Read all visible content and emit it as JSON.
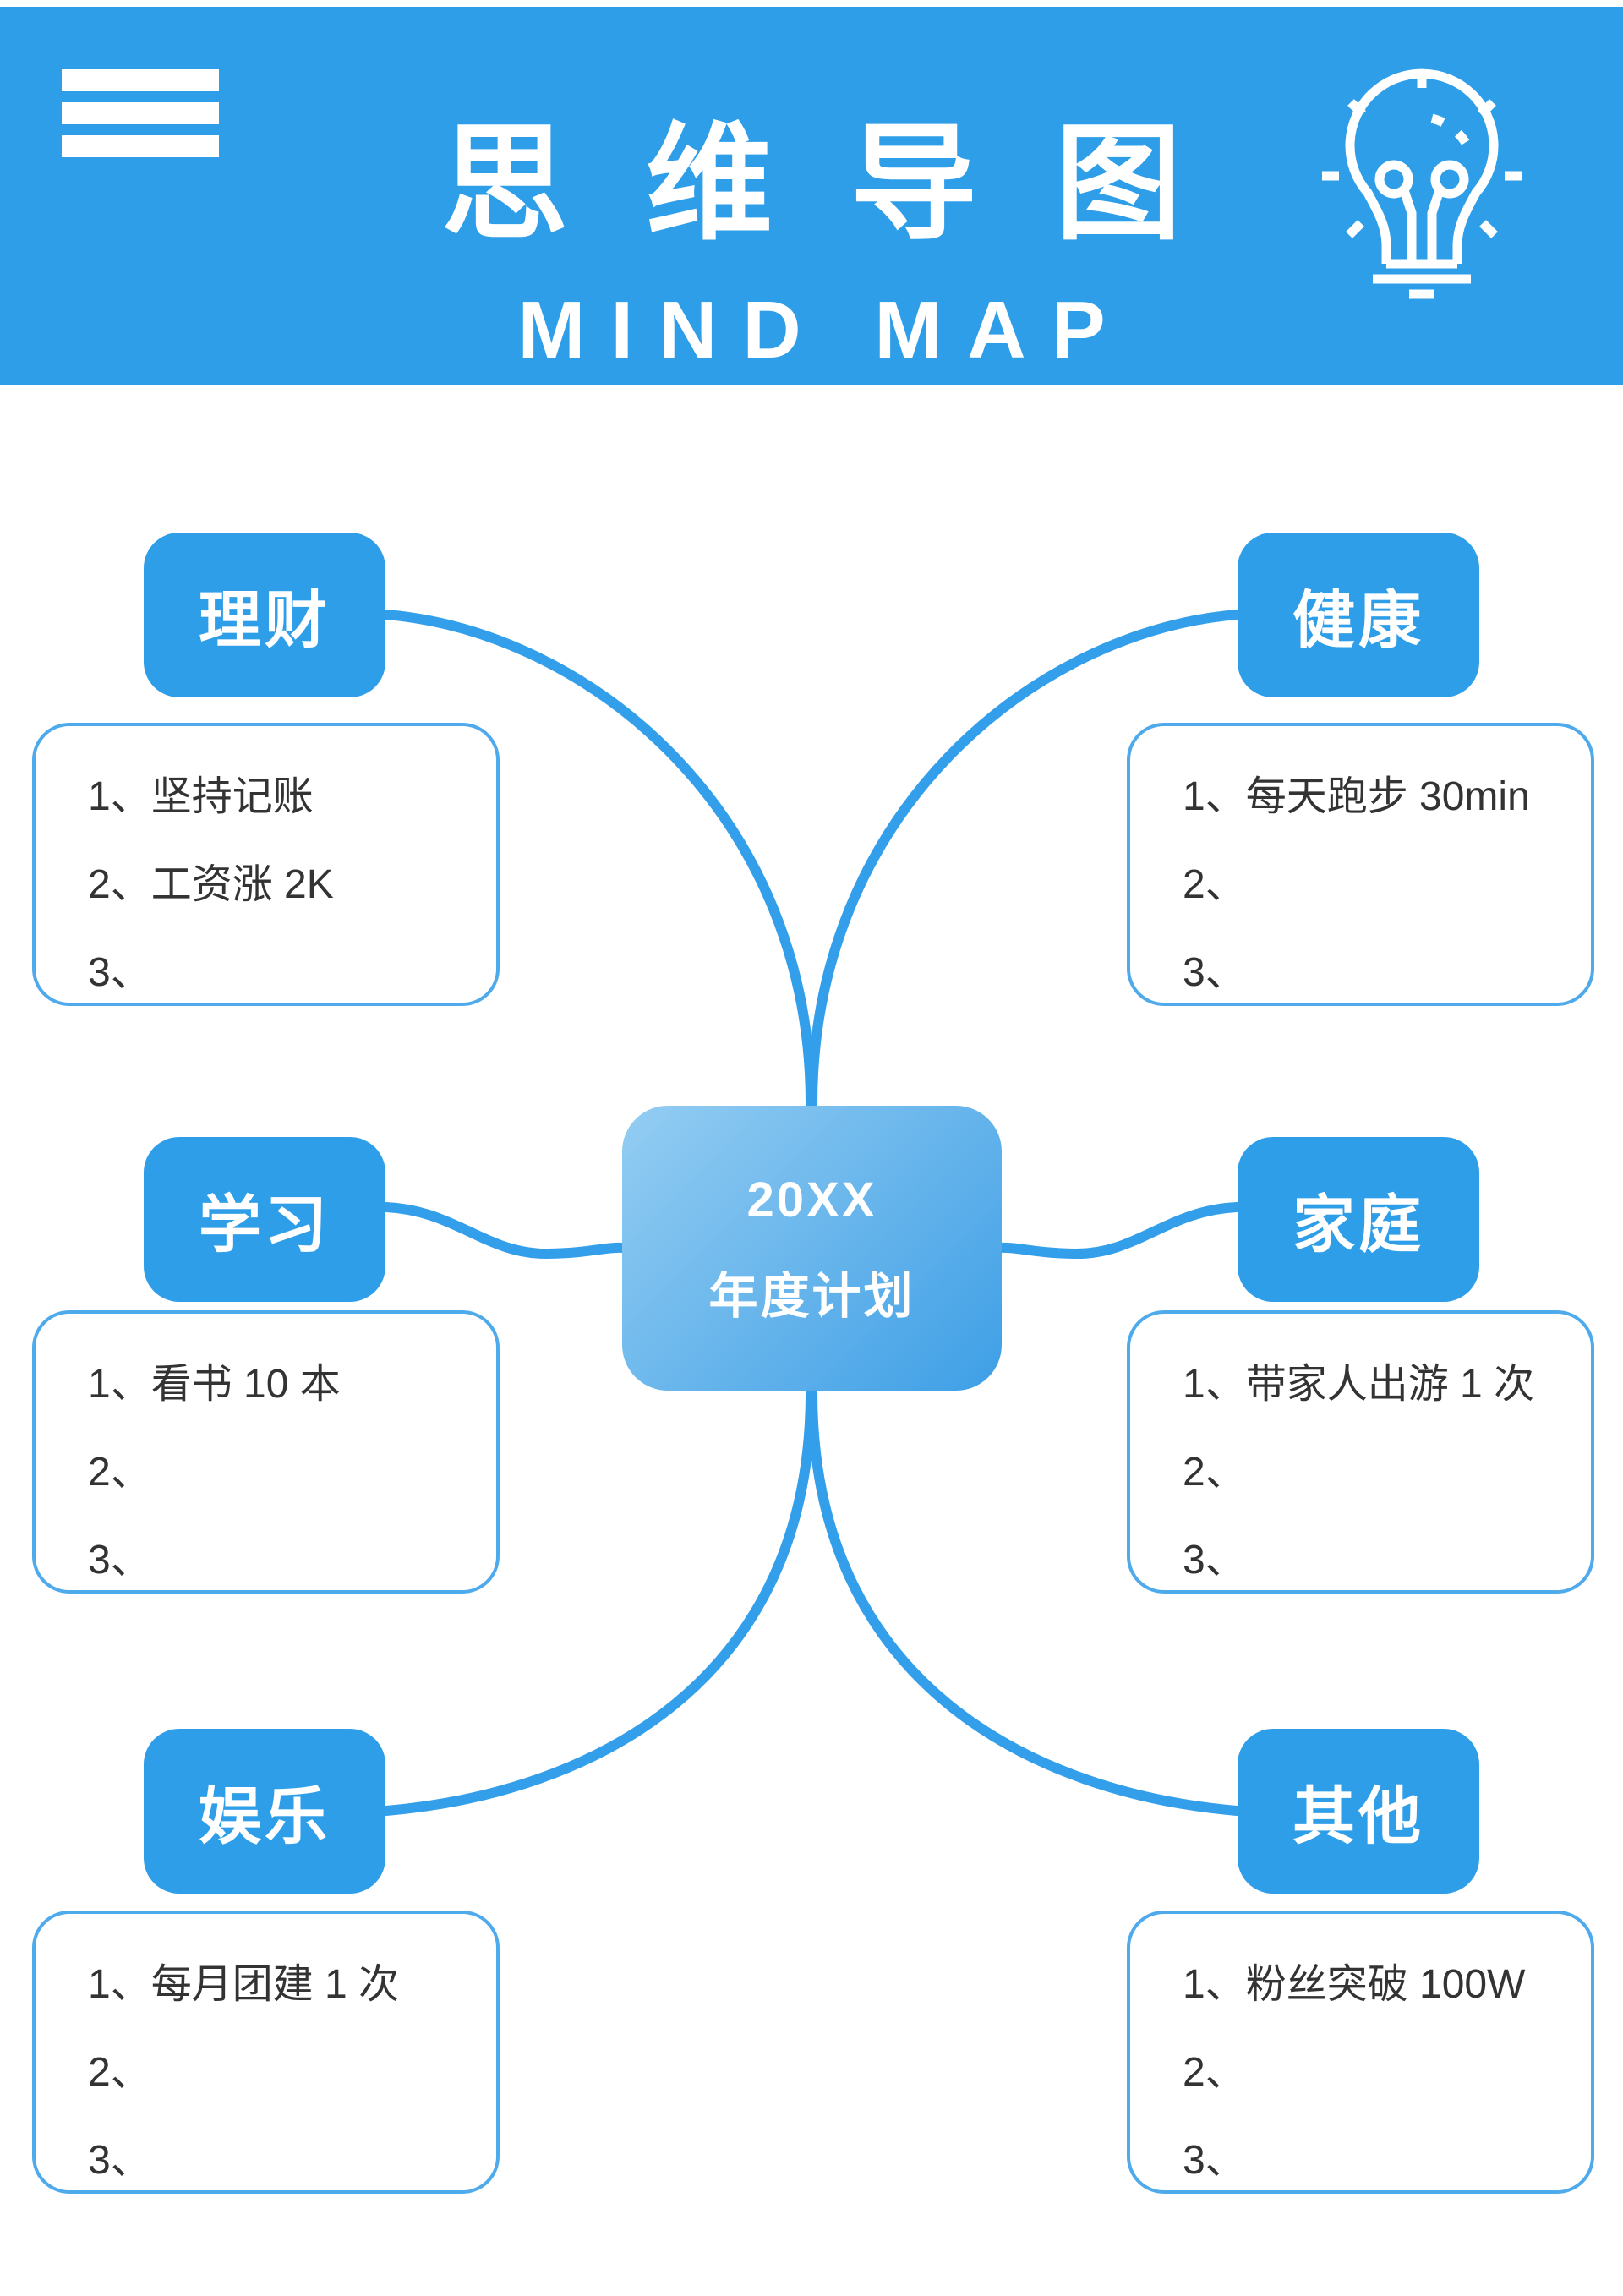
{
  "header": {
    "title_cn": "思维导图",
    "title_en": "MIND MAP",
    "menu_icon": "hamburger-icon",
    "decoration_icon": "lightbulb-icon"
  },
  "center": {
    "line1": "20XX",
    "line2": "年度计划"
  },
  "branches": [
    {
      "id": "licai",
      "label": "理财",
      "items": [
        "1、坚持记账",
        "2、工资涨 2K",
        "3、"
      ]
    },
    {
      "id": "jiankang",
      "label": "健康",
      "items": [
        "1、每天跑步 30min",
        "2、",
        "3、"
      ]
    },
    {
      "id": "xuexi",
      "label": "学习",
      "items": [
        "1、看书 10 本",
        "2、",
        "3、"
      ]
    },
    {
      "id": "jiating",
      "label": "家庭",
      "items": [
        "1、带家人出游 1 次",
        "2、",
        "3、"
      ]
    },
    {
      "id": "yule",
      "label": "娱乐",
      "items": [
        "1、每月团建 1 次",
        "2、",
        "3、"
      ]
    },
    {
      "id": "qita",
      "label": "其他",
      "items": [
        "1、粉丝突破 100W",
        "2、",
        "3、"
      ]
    }
  ],
  "colors": {
    "primary_blue": "#2F9EE9",
    "connector_blue": "#339FEA",
    "box_border_blue": "#4FAAEC",
    "center_gradient_start": "#94CDF2",
    "center_gradient_end": "#3E9FE6",
    "list_text": "#333333",
    "background": "#FFFFFF"
  }
}
